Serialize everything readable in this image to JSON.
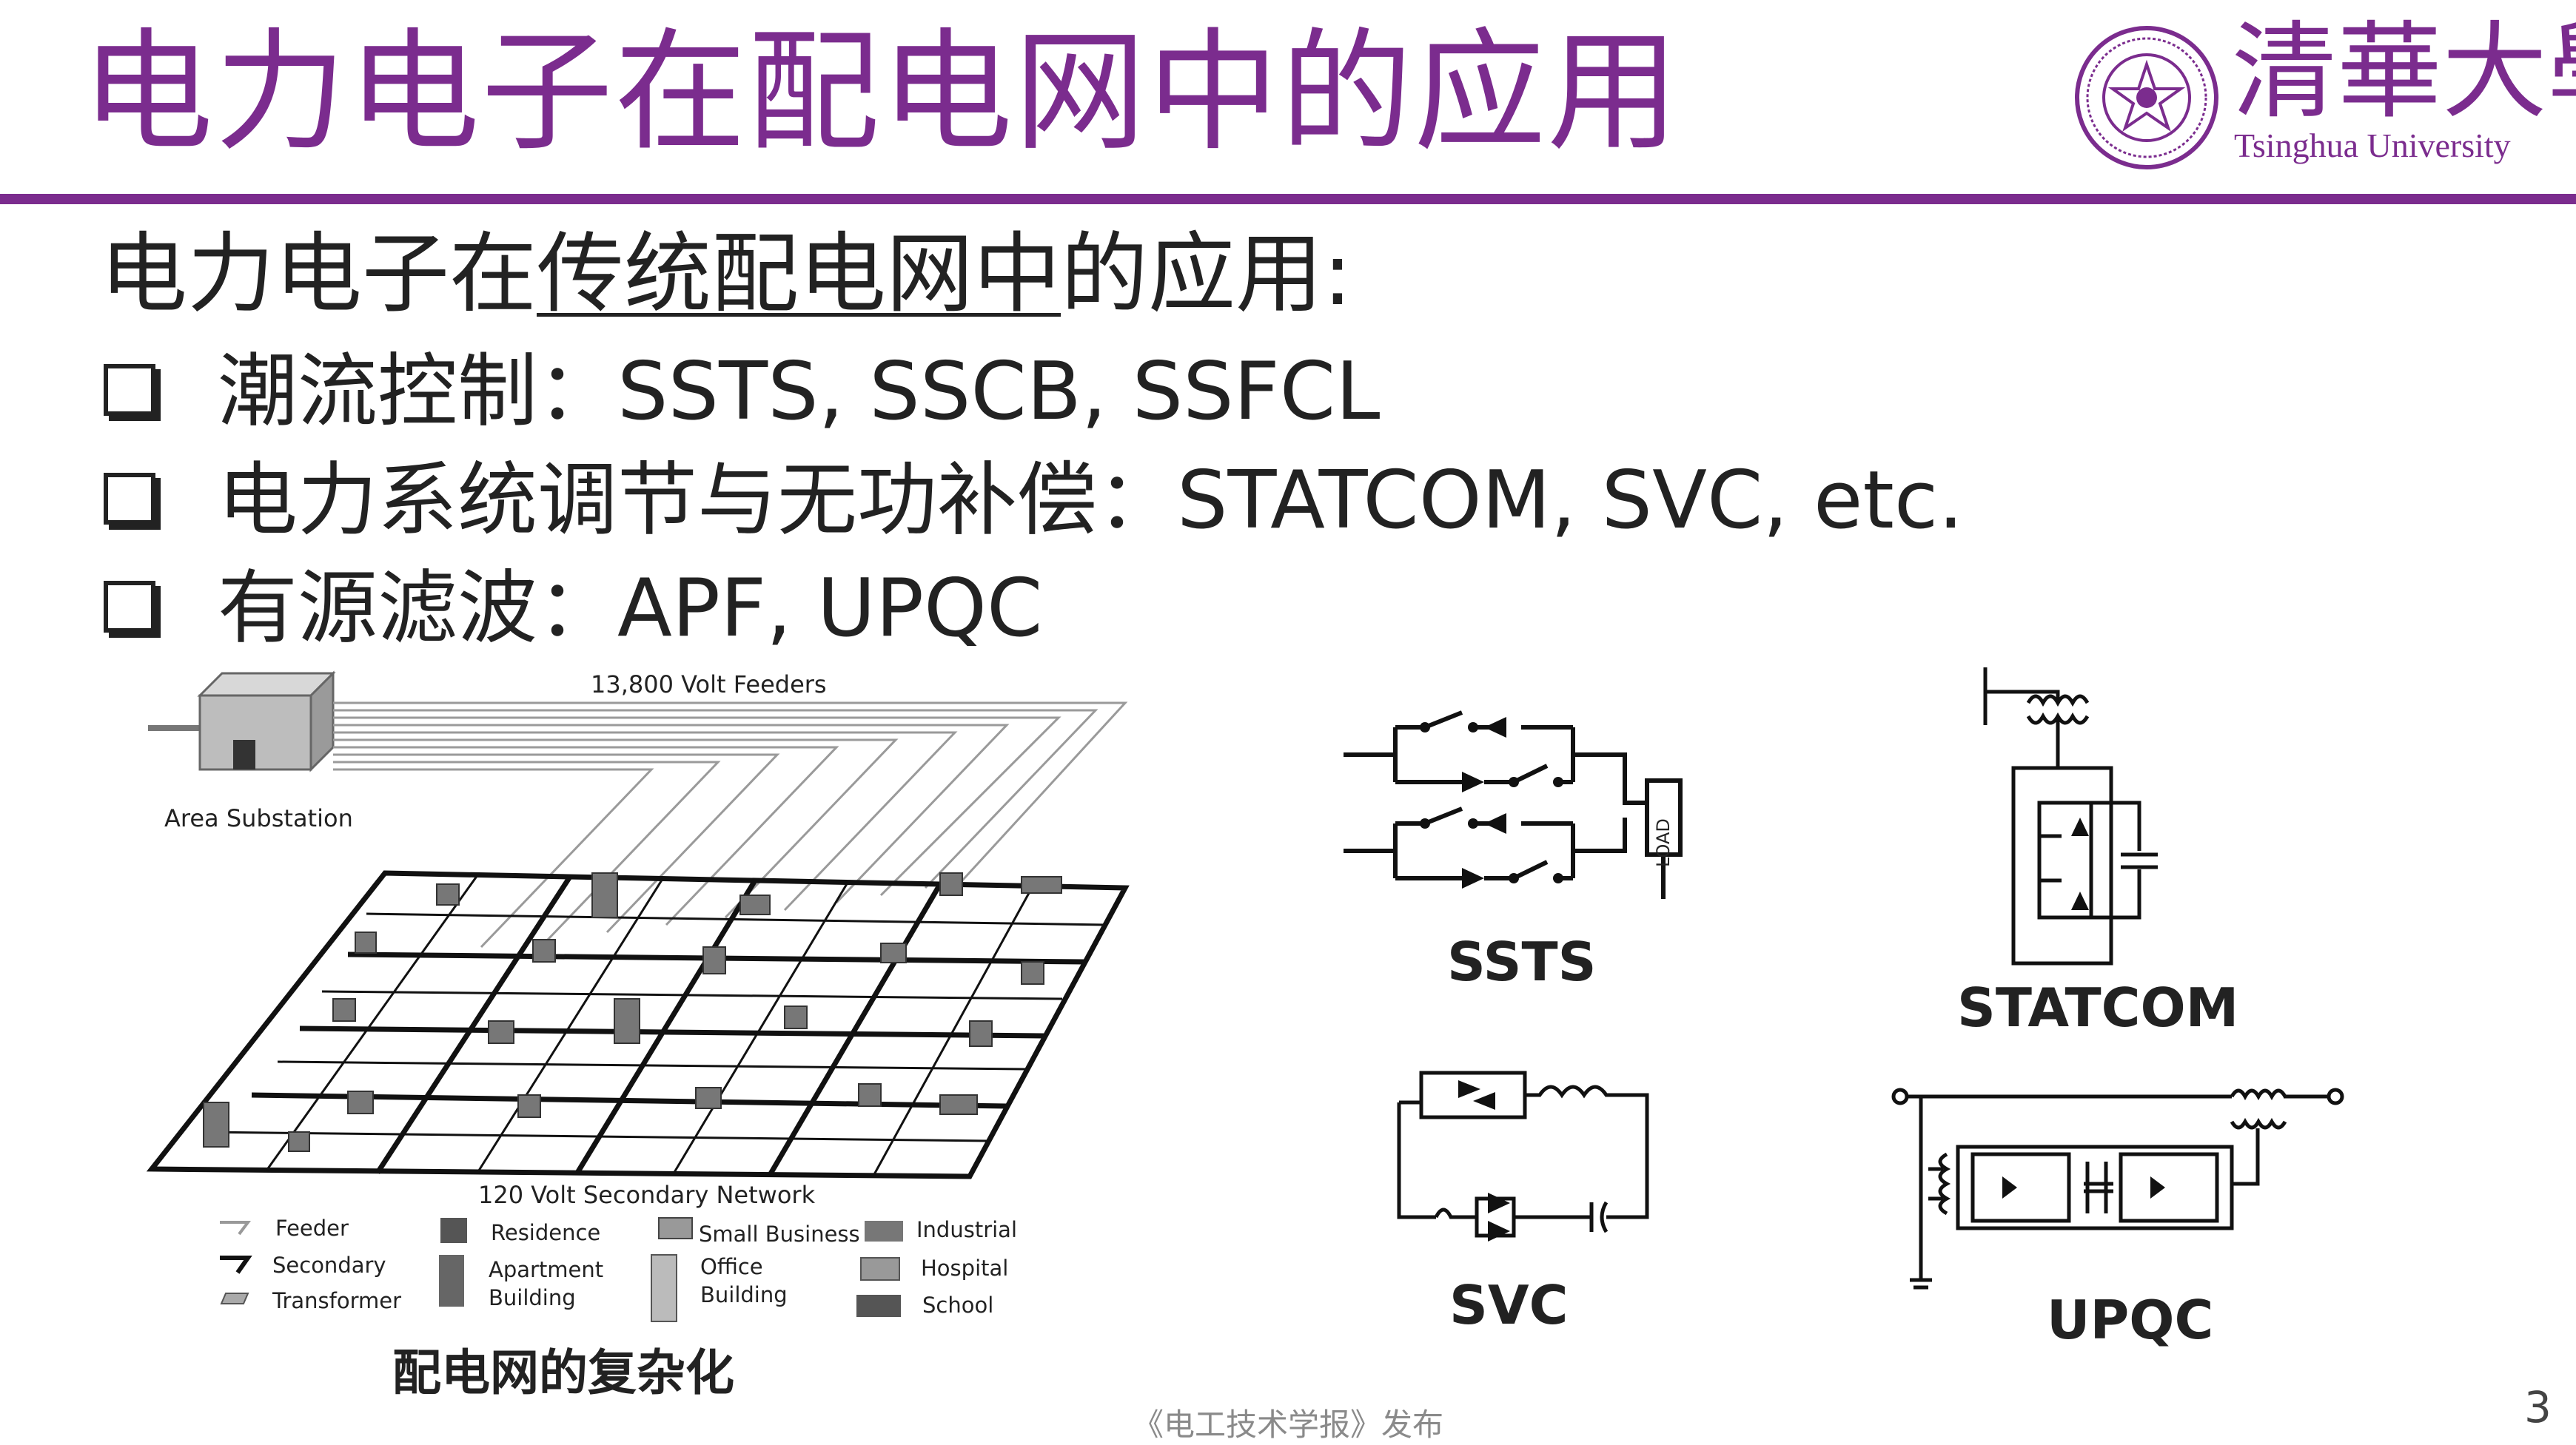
{
  "slide": {
    "title": "电力电子在配电网中的应用",
    "logo_cn": "清華大學",
    "logo_en": "Tsinghua University",
    "heading_before": "电力电子在",
    "heading_underlined": "传统配电网中",
    "heading_after": "的应用:",
    "bullets": [
      "潮流控制：SSTS, SSCB, SSFCL",
      "电力系统调节与无功补偿：STATCOM, SVC, etc.",
      "有源滤波：APF, UPQC"
    ],
    "footer": "《电工技术学报》发布",
    "page_number": "3"
  },
  "network_figure": {
    "feeders_label": "13,800 Volt Feeders",
    "substation_label": "Area Substation",
    "secondary_label": "120 Volt Secondary Network",
    "caption": "配电网的复杂化",
    "legend": {
      "feeder": "Feeder",
      "secondary": "Secondary",
      "transformer": "Transformer",
      "residence": "Residence",
      "apartment": "Apartment\nBuilding",
      "small_business": "Small Business",
      "office": "Office\nBuilding",
      "industrial": "Industrial",
      "hospital": "Hospital",
      "school": "School"
    }
  },
  "circuits": {
    "ssts": "SSTS",
    "ssts_load": "LOAD",
    "statcom": "STATCOM",
    "svc": "SVC",
    "upqc": "UPQC"
  }
}
